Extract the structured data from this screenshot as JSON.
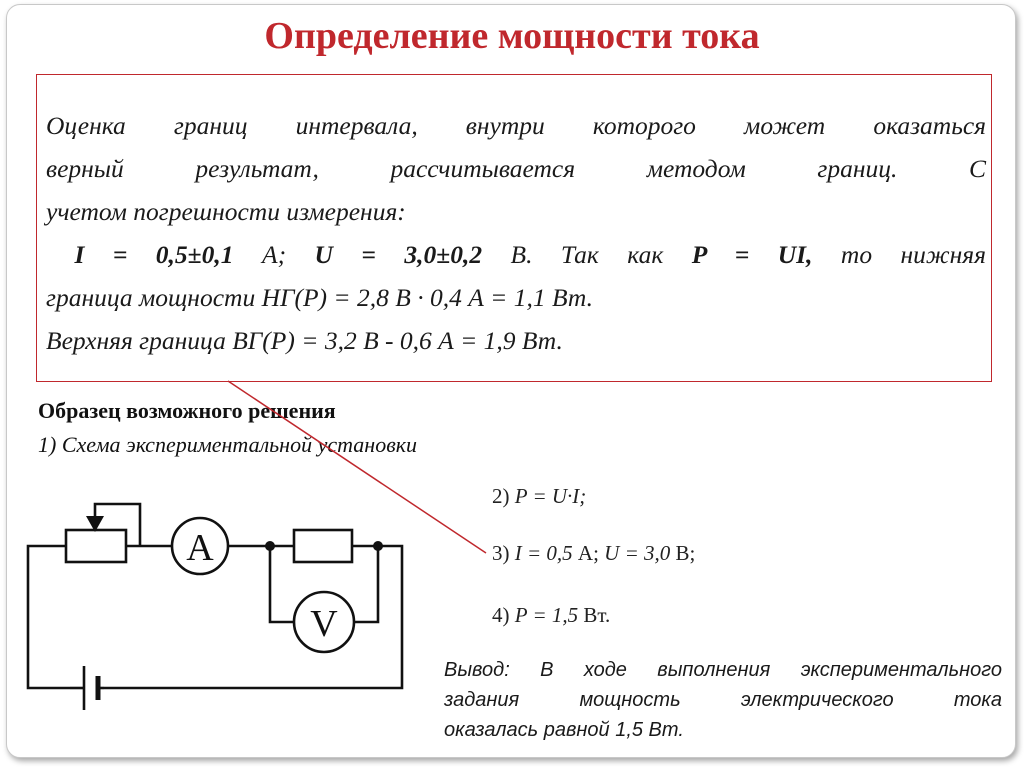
{
  "slide": {
    "title": "Определение мощности тока",
    "box": {
      "line1": "Оценка границ интервала, внутри которого может оказаться",
      "line2": "верный результат, рассчитывается методом границ. С",
      "line3": "учетом погрешности измерения:",
      "line4_i": "I = 0,5±0,1",
      "line4_a": " А; ",
      "line4_u": "U = 3,0±0,2",
      "line4_b": " В. Так как ",
      "line4_p": "P = UI,",
      "line4_c": " то нижняя",
      "line5": "граница мощности НГ(Р) = 2,8 В · 0,4 А = 1,1 Вт.",
      "line6": "Верхняя граница ВГ(Р) = 3,2 В - 0,6 А = 1,9 Вт."
    },
    "sample_title": "Образец возможного решения",
    "sample_sub": "1) Схема экспериментальной установки",
    "steps": {
      "s2_num": "2) ",
      "s2_expr": "P = U·I;",
      "s3_num": "3) ",
      "s3_i": "I = 0,5",
      "s3_a": " А; ",
      "s3_u": "U = 3,0",
      "s3_b": " В;",
      "s4_num": "4) ",
      "s4_p": "P = ",
      "s4_val": " 1,5",
      "s4_unit": " Вт."
    },
    "circuit": {
      "ammeter_label": "A",
      "voltmeter_label": "V"
    },
    "conclusion": {
      "line1": "Вывод: В ходе выполнения экспериментального",
      "line2": "задания мощность электрического тока",
      "line3": "оказалась равной 1,5 Вт."
    },
    "colors": {
      "accent": "#c0282d",
      "text": "#1a1a1a"
    }
  }
}
